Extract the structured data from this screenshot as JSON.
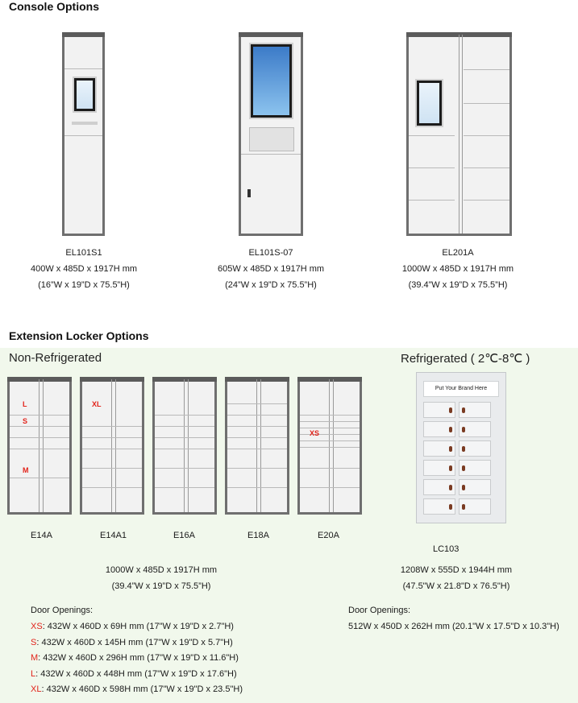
{
  "console": {
    "title": "Console Options",
    "models": [
      {
        "name": "EL101S1",
        "metric": "400W x 485D x 1917H mm",
        "imperial": "(16”W x 19”D x 75.5”H)"
      },
      {
        "name": "EL101S-07",
        "metric": "605W x 485D x 1917H mm",
        "imperial": "(24”W x 19”D x 75.5”H)"
      },
      {
        "name": "EL201A",
        "metric": "1000W x 485D x 1917H mm",
        "imperial": "(39.4”W x 19”D x 75.5”H)"
      }
    ]
  },
  "extension": {
    "title": "Extension Locker Options",
    "non_refrigerated": {
      "label": "Non-Refrigerated",
      "models": [
        "E14A",
        "E14A1",
        "E16A",
        "E18A",
        "E20A"
      ],
      "tags": {
        "l": "L",
        "s": "S",
        "m": "M",
        "xl": "XL",
        "xs": "XS"
      },
      "metric": "1000W x 485D x 1917H mm",
      "imperial": "(39.4”W x 19”D x 75.5”H)",
      "door_title": "Door Openings:",
      "doors": [
        {
          "code": "XS",
          "text": ":  432W x 460D x 69H mm (17\"W x 19\"D x 2.7\"H)"
        },
        {
          "code": "S",
          "text": ":  432W x 460D x 145H mm (17\"W x 19\"D x 5.7\"H)"
        },
        {
          "code": "M",
          "text": ":  432W x 460D x 296H mm (17\"W x 19\"D x 11.6\"H)"
        },
        {
          "code": "L",
          "text": ":  432W x 460D x 448H mm (17\"W x 19\"D x 17.6\"H)"
        },
        {
          "code": "XL",
          "text": ":  432W x 460D x 598H mm (17\"W x 19\"D x 23.5\"H)"
        }
      ]
    },
    "refrigerated": {
      "label": "Refrigerated ( 2℃-8℃ )",
      "brand_panel": "Put Your Brand Here",
      "model": "LC103",
      "metric": "1208W x 555D x 1944H mm",
      "imperial": "(47.5\"W x 21.8\"D x 76.5\"H)",
      "door_title": "Door Openings:",
      "door_size": "512W x 450D x 262H mm (20.1\"W x 17.5\"D x 10.3\"H)"
    }
  },
  "colors": {
    "accent_red": "#e2231a",
    "panel_green": "#f1f8ec",
    "frame": "#6f6f6f"
  }
}
